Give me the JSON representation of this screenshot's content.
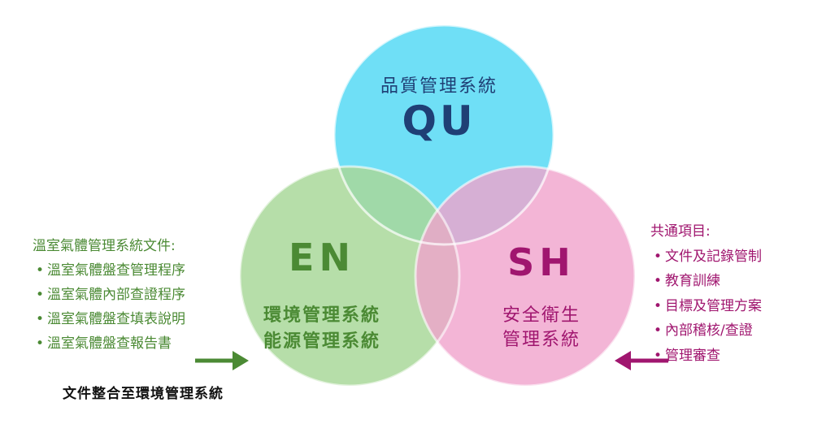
{
  "circles": {
    "qu": {
      "title": "品質管理系統",
      "code": "QU",
      "color": "#4fd9f4"
    },
    "en": {
      "code": "EN",
      "lines": [
        "環境管理系統",
        "能源管理系統"
      ],
      "color": "#9fd38f"
    },
    "sh": {
      "code": "SH",
      "lines": [
        "安全衛生",
        "管理系統"
      ],
      "color": "#ef9cc8"
    }
  },
  "left_list": {
    "heading": "溫室氣體管理系統文件:",
    "items": [
      "溫室氣體盤查管理程序",
      "溫室氣體內部查證程序",
      "溫室氣體盤查填表說明",
      "溫室氣體盤查報告書"
    ],
    "color": "#4b8a34"
  },
  "right_list": {
    "heading": "共通項目:",
    "items": [
      "文件及記錄管制",
      "教育訓練",
      "目標及管理方案",
      "內部稽核/查證",
      "管理審查"
    ],
    "color": "#a0166f"
  },
  "footer": {
    "note": "文件整合至環境管理系統"
  }
}
